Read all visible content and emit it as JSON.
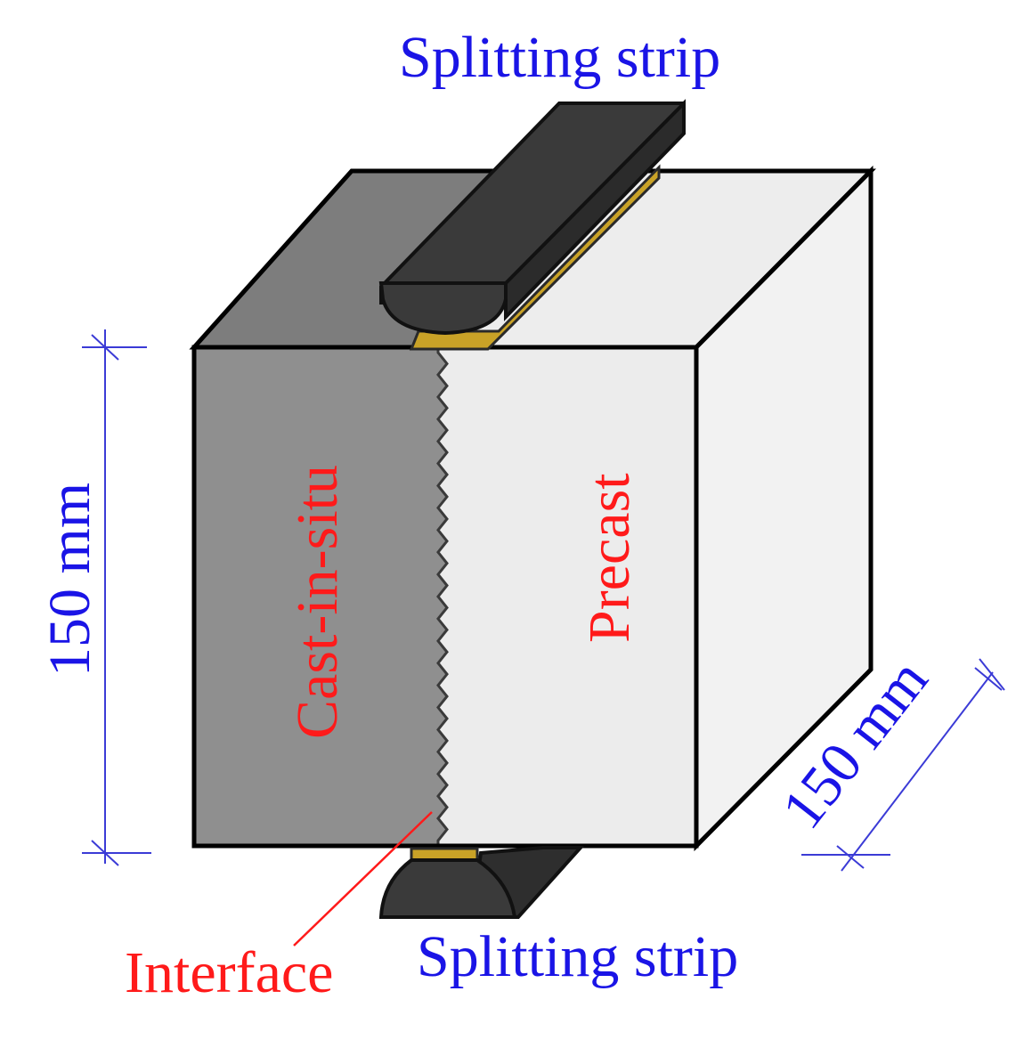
{
  "labels": {
    "top_strip": "Splitting strip",
    "bottom_strip": "Splitting strip",
    "cast_in_situ": "Cast-in-situ",
    "precast": "Precast",
    "interface": "Interface",
    "height_dim": "150 mm",
    "depth_dim": "150 mm"
  },
  "colors": {
    "label_blue": "#1a14e6",
    "label_red": "#ff1a1a",
    "cast_in_situ_face": "#8f8f8f",
    "precast_face": "#ececec",
    "strip": "#3a3a3a",
    "strip_pad": "#c9a227"
  }
}
